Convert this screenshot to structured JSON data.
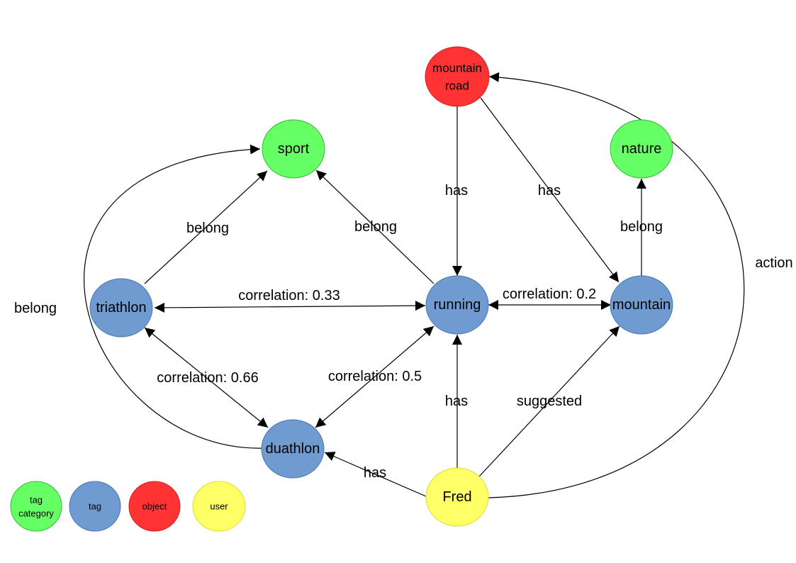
{
  "colors": {
    "tag_category": "#66ff66",
    "tag": "#6f9bd1",
    "object": "#ff3333",
    "user": "#ffff66"
  },
  "nodes": {
    "mountain_road": {
      "line1": "mountain",
      "line2": "road",
      "type": "object"
    },
    "sport": {
      "label": "sport",
      "type": "tag_category"
    },
    "nature": {
      "label": "nature",
      "type": "tag_category"
    },
    "triathlon": {
      "label": "triathlon",
      "type": "tag"
    },
    "running": {
      "label": "running",
      "type": "tag"
    },
    "mountain": {
      "label": "mountain",
      "type": "tag"
    },
    "duathlon": {
      "label": "duathlon",
      "type": "tag"
    },
    "fred": {
      "label": "Fred",
      "type": "user"
    }
  },
  "edges": [
    {
      "from": "triathlon",
      "to": "sport",
      "label": "belong"
    },
    {
      "from": "running",
      "to": "sport",
      "label": "belong"
    },
    {
      "from": "mountain",
      "to": "nature",
      "label": "belong"
    },
    {
      "from": "duathlon",
      "to": "sport",
      "label": "belong"
    },
    {
      "from": "mountain_road",
      "to": "running",
      "label": "has"
    },
    {
      "from": "mountain_road",
      "to": "mountain",
      "label": "has"
    },
    {
      "from": "triathlon",
      "to": "running",
      "label": "correlation: 0.33",
      "bidirectional": true
    },
    {
      "from": "running",
      "to": "mountain",
      "label": "correlation: 0.2",
      "bidirectional": true
    },
    {
      "from": "triathlon",
      "to": "duathlon",
      "label": "correlation: 0.66",
      "bidirectional": true
    },
    {
      "from": "running",
      "to": "duathlon",
      "label": "correlation: 0.5",
      "bidirectional": true
    },
    {
      "from": "fred",
      "to": "running",
      "label": "has"
    },
    {
      "from": "fred",
      "to": "mountain",
      "label": "suggested"
    },
    {
      "from": "fred",
      "to": "duathlon",
      "label": "has"
    },
    {
      "from": "fred",
      "to": "mountain_road",
      "label": "action"
    }
  ],
  "legend": [
    {
      "line1": "tag",
      "line2": "category",
      "type": "tag_category"
    },
    {
      "label": "tag",
      "type": "tag"
    },
    {
      "label": "object",
      "type": "object"
    },
    {
      "label": "user",
      "type": "user"
    }
  ]
}
